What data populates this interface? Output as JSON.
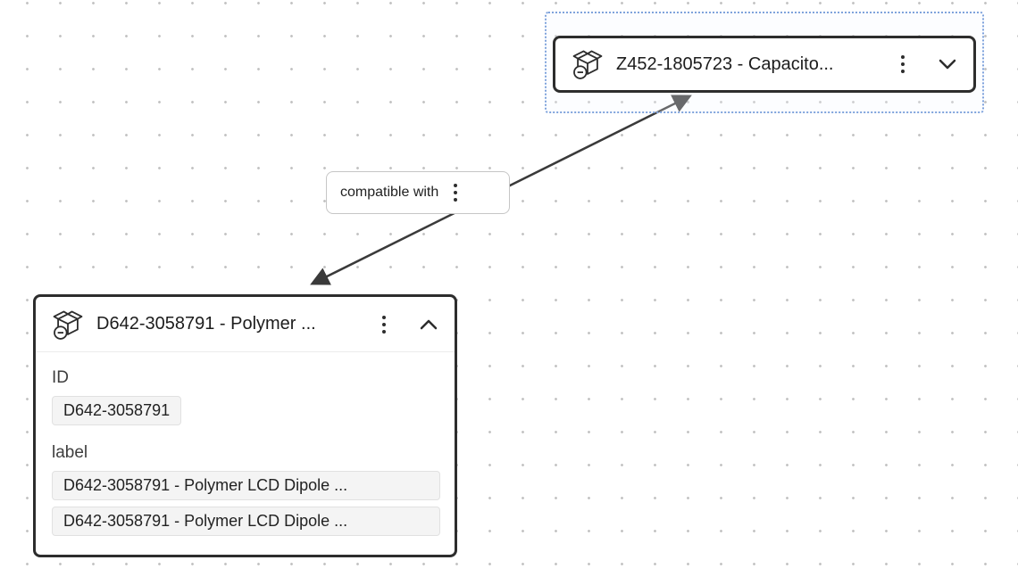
{
  "canvas": {
    "background": "#ffffff",
    "grid_dot_color": "#c4c4c4"
  },
  "edge": {
    "label": "compatible with",
    "color": "#3a3a3a",
    "arrowheads": "both"
  },
  "nodes": [
    {
      "title": "Z452-1805723 - Capacito...",
      "state": "collapsed",
      "selected": true,
      "icon": "package-icon"
    },
    {
      "title": "D642-3058791 - Polymer ...",
      "state": "expanded",
      "selected": false,
      "icon": "package-icon",
      "fields": [
        {
          "label": "ID",
          "values": [
            "D642-3058791"
          ]
        },
        {
          "label": "label",
          "values": [
            "D642-3058791 - Polymer LCD Dipole ...",
            "D642-3058791 - Polymer LCD Dipole ..."
          ]
        }
      ]
    }
  ],
  "colors": {
    "node_border": "#2d2d2d",
    "selection_outline": "#7fa3dc",
    "chip_background": "#f4f4f4",
    "chip_border": "#e1e1e1"
  }
}
